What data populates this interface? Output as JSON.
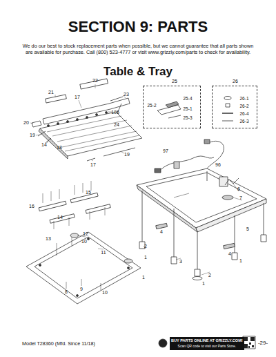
{
  "diagram": {
    "title": "SECTION 9: PARTS",
    "nodes": [
      {
        "text": [
          "25",
          "25-4",
          "25-2",
          "25-1",
          "25-3"
        ]
      },
      {
        "text": [
          "26",
          "26-1",
          "26-2",
          "26-4",
          "26-3"
        ]
      },
      {
        "text": [
          "BUY PARTS ONLINE AT GRIZZLY.COM!",
          "Scan QR code to visit our Parts Store."
        ]
      }
    ],
    "labels": [
      "We do our best to stock replacement parts when possible, but we cannot guarantee that all parts shown are available for purchase. Call (800) 523-4777 or visit www.grizzly.com/parts to check for availability.",
      "Table & Tray",
      "22",
      "21",
      "17",
      "23",
      "105",
      "20",
      "24",
      "19",
      "14",
      "18",
      "19",
      "17",
      "97",
      "96",
      "15",
      "16",
      "14",
      "12",
      "13",
      "10",
      "11",
      "8",
      "9",
      "10",
      "6",
      "7",
      "5",
      "4",
      "4",
      "2",
      "3",
      "1",
      "1",
      "2",
      "1",
      "1",
      "Model T28360 (Mfd. Since 11/18)",
      "-29-"
    ]
  }
}
